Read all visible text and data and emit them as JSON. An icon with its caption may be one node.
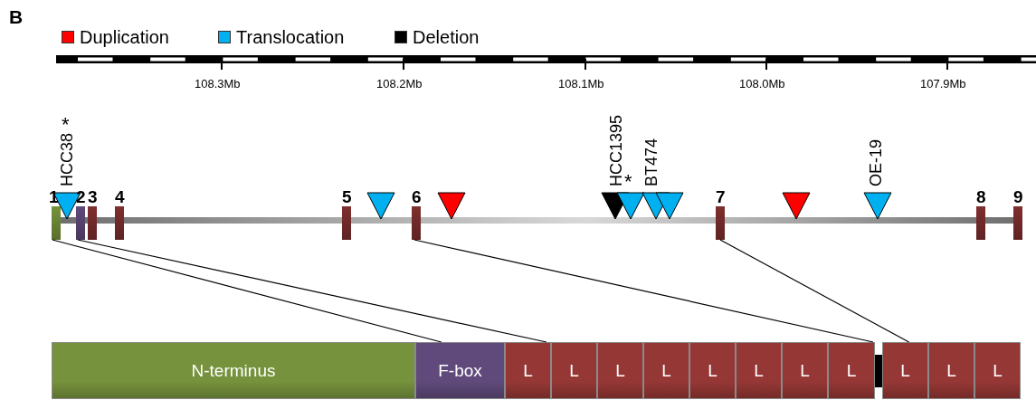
{
  "diagram": {
    "nodes": [
      {
        "text": [
          "1"
        ]
      },
      {
        "text": [
          "2"
        ]
      },
      {
        "text": [
          "3"
        ]
      },
      {
        "text": [
          "4"
        ]
      },
      {
        "text": [
          "5"
        ]
      },
      {
        "text": [
          "6"
        ]
      },
      {
        "text": [
          "7"
        ]
      },
      {
        "text": [
          "8"
        ]
      },
      {
        "text": [
          "9"
        ]
      },
      {
        "text": [
          "N-terminus"
        ]
      },
      {
        "text": [
          "F-box"
        ]
      },
      {
        "text": [
          "L"
        ]
      },
      {
        "text": [
          "L"
        ]
      },
      {
        "text": [
          "L"
        ]
      },
      {
        "text": [
          "L"
        ]
      },
      {
        "text": [
          "L"
        ]
      },
      {
        "text": [
          "L"
        ]
      },
      {
        "text": [
          "L"
        ]
      },
      {
        "text": [
          "L"
        ]
      },
      {
        "text": [],
        "shape": "bar"
      },
      {
        "text": [
          "L"
        ]
      },
      {
        "text": [
          "L"
        ]
      },
      {
        "text": [
          "L"
        ]
      }
    ],
    "edges": [
      {
        "from": 0,
        "to": 10,
        "arrow": "none"
      },
      {
        "from": 1,
        "to": 11,
        "arrow": "none"
      },
      {
        "from": 5,
        "to": 18,
        "arrow": "none"
      },
      {
        "from": 6,
        "to": 20,
        "arrow": "none"
      }
    ],
    "labels": [
      "B",
      "108.3Mb",
      "108.2Mb",
      "108.1Mb",
      "108.0Mb",
      "107.9Mb",
      "HCC38",
      "*",
      "HCC1395",
      "*",
      "BT474",
      "OE-19"
    ],
    "legend": [
      {
        "text": "Duplication",
        "color": "#ff0000"
      },
      {
        "text": "Translocation",
        "color": "#00b0f0"
      },
      {
        "text": "Deletion",
        "color": "#000000"
      }
    ]
  }
}
